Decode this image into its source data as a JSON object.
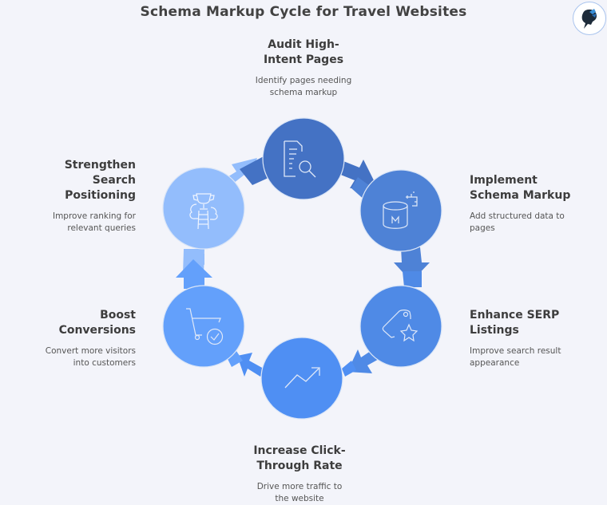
{
  "title": "Schema Markup Cycle for Travel Websites",
  "logo": {
    "icon": "brain-head-icon"
  },
  "colors": {
    "background": "#f3f4fa",
    "step1": "#4472c4",
    "step2": "#4e82d6",
    "step3": "#4f8ae6",
    "step4": "#4f8ff3",
    "step5": "#63a0fb",
    "step6": "#93bdfc"
  },
  "steps": [
    {
      "id": 1,
      "title_line1": "Audit High-",
      "title_line2": "Intent Pages",
      "desc_line1": "Identify pages needing",
      "desc_line2": "schema markup",
      "icon": "document-search-icon"
    },
    {
      "id": 2,
      "title_line1": "Implement",
      "title_line2": "Schema Markup",
      "desc_line1": "Add structured data to",
      "desc_line2": "pages",
      "icon": "database-markup-icon"
    },
    {
      "id": 3,
      "title_line1": "Enhance SERP",
      "title_line2": "Listings",
      "desc_line1": "Improve search result",
      "desc_line2": "appearance",
      "icon": "tag-star-icon"
    },
    {
      "id": 4,
      "title_line1": "Increase Click-",
      "title_line2": "Through Rate",
      "desc_line1": "Drive more traffic to",
      "desc_line2": "the website",
      "icon": "trending-up-icon"
    },
    {
      "id": 5,
      "title_line1": "Boost",
      "title_line2": "Conversions",
      "desc_line1": "Convert more visitors",
      "desc_line2": "into customers",
      "icon": "cart-check-icon"
    },
    {
      "id": 6,
      "title_line1": "Strengthen",
      "title_line2": "Search",
      "title_line3": "Positioning",
      "desc_line1": "Improve ranking for",
      "desc_line2": "relevant queries",
      "icon": "trophy-ladder-icon"
    }
  ]
}
